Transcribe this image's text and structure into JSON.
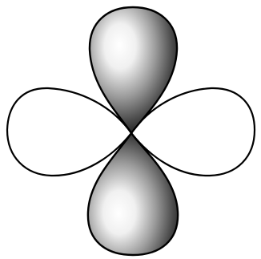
{
  "diagram": {
    "lobes": [
      {
        "id": "top",
        "style": "shaded"
      },
      {
        "id": "bottom",
        "style": "shaded"
      },
      {
        "id": "left",
        "style": "outline"
      },
      {
        "id": "right",
        "style": "outline"
      }
    ],
    "colors": {
      "outline": "#000000",
      "shade_dark": "#141414",
      "shade_mid": "#7a7a7a",
      "shade_light": "#ffffff",
      "background": "#ffffff"
    }
  }
}
